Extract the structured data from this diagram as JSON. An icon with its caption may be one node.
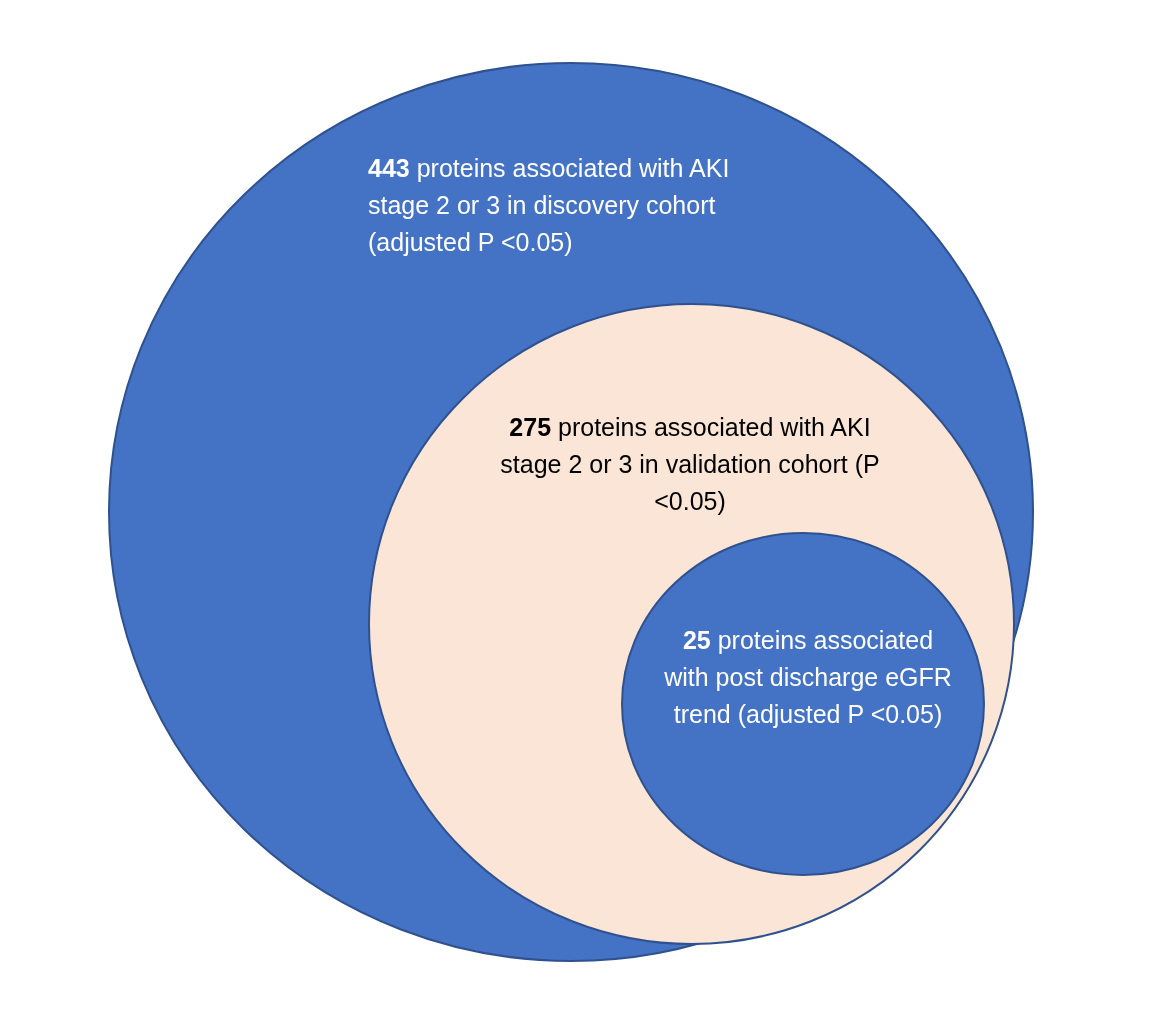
{
  "diagram": {
    "nodes": [
      {
        "text": [
          "**443** proteins associated with AKI stage 2 or 3 in discovery cohort (adjusted P <0.05)"
        ]
      },
      {
        "text": [
          "**275** proteins associated with AKI stage 2 or 3 in validation cohort (P <0.05)"
        ],
        "in": 0
      },
      {
        "text": [
          "**25** proteins associated with post discharge eGFR trend (adjusted P <0.05)"
        ],
        "in": 1
      }
    ]
  }
}
